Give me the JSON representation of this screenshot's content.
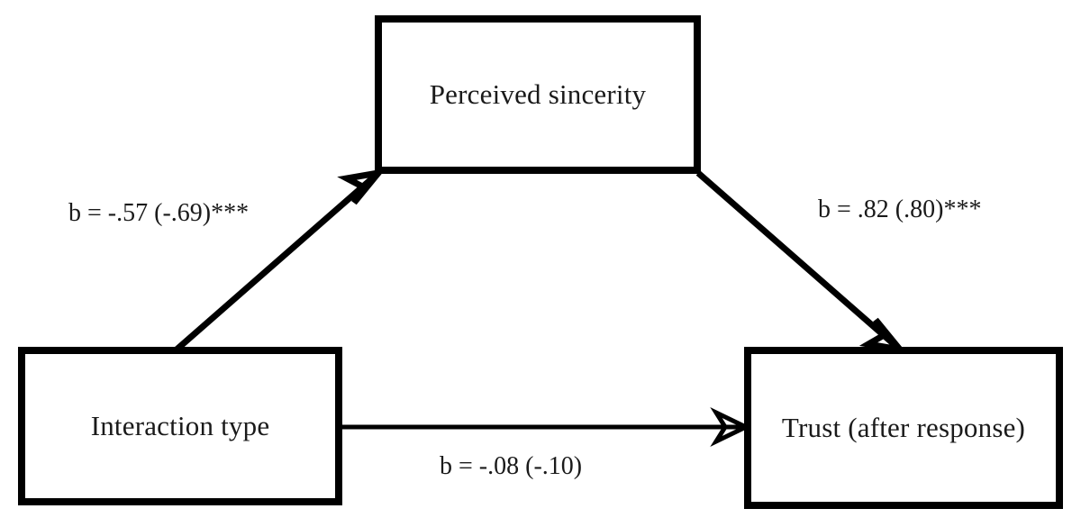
{
  "figure": {
    "type": "mediation-path-diagram",
    "background_color": "#ffffff",
    "line_color": "#000000",
    "text_color": "#1a1a1a"
  },
  "nodes": [
    {
      "id": "mediator",
      "label": "Perceived sincerity",
      "role": "mediator",
      "position": "top-center"
    },
    {
      "id": "predictor",
      "label": "Interaction type",
      "role": "independent-variable",
      "position": "bottom-left"
    },
    {
      "id": "outcome",
      "label": "Trust (after response)",
      "role": "dependent-variable",
      "position": "bottom-right"
    }
  ],
  "paths": [
    {
      "id": "a-path",
      "from": "predictor",
      "to": "mediator",
      "label": "b = -.57 (-.69)***",
      "coefficient": -0.57,
      "standardized": -0.69,
      "significance": "***"
    },
    {
      "id": "b-path",
      "from": "mediator",
      "to": "outcome",
      "label": "b = .82 (.80)***",
      "coefficient": 0.82,
      "standardized": 0.8,
      "significance": "***"
    },
    {
      "id": "c-prime-path",
      "from": "predictor",
      "to": "outcome",
      "label": "b = -.08 (-.10)",
      "coefficient": -0.08,
      "standardized": -0.1,
      "significance": ""
    }
  ]
}
